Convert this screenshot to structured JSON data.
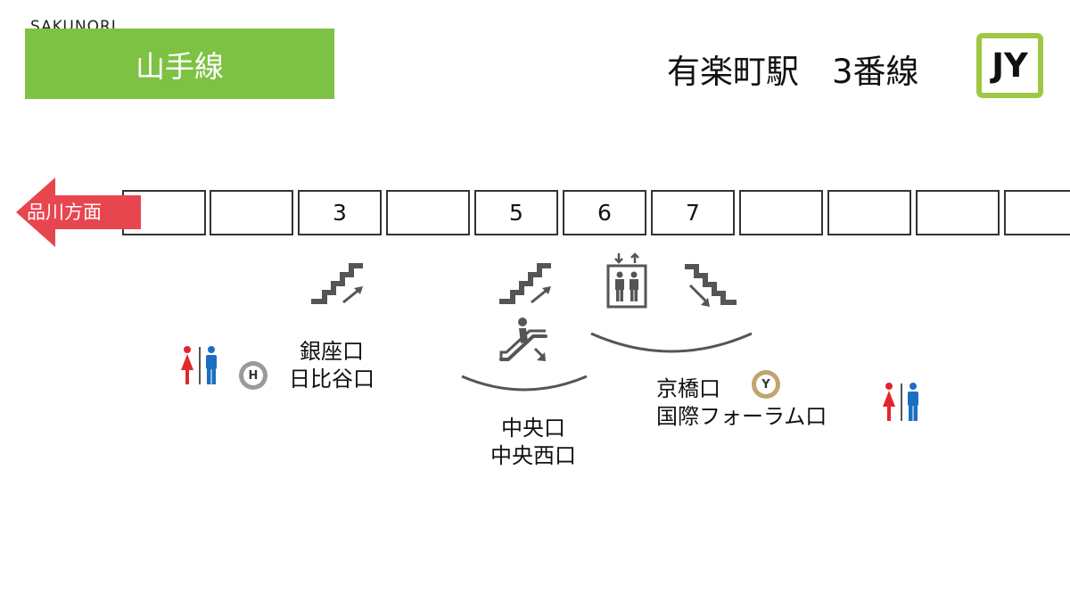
{
  "site": {
    "label": "SAKUNORI"
  },
  "line": {
    "name": "山手線",
    "color": "#7dc243"
  },
  "station": {
    "title": "有楽町駅　3番線",
    "code": "JY",
    "code_border_color": "#9fc744"
  },
  "direction": {
    "label": "品川方面",
    "arrow_color": "#e8464f"
  },
  "cars": [
    {
      "number": ""
    },
    {
      "number": ""
    },
    {
      "number": "3"
    },
    {
      "number": ""
    },
    {
      "number": "5"
    },
    {
      "number": "6"
    },
    {
      "number": "7"
    },
    {
      "number": ""
    },
    {
      "number": ""
    },
    {
      "number": ""
    },
    {
      "number": ""
    }
  ],
  "exits": {
    "ginza": {
      "line1": "銀座口",
      "line2": "日比谷口"
    },
    "chuo": {
      "line1": "中央口",
      "line2": "中央西口"
    },
    "kyobashi": {
      "line1": "京橋口",
      "line2": "国際フォーラム口"
    }
  },
  "badges": {
    "hibiya": {
      "letter": "H",
      "color": "#9a9a98"
    },
    "yurakucho": {
      "letter": "Y",
      "color": "#c1a470"
    }
  },
  "icon_colors": {
    "female": "#e3262b",
    "male": "#1b6fc2",
    "facility": "#555555"
  }
}
